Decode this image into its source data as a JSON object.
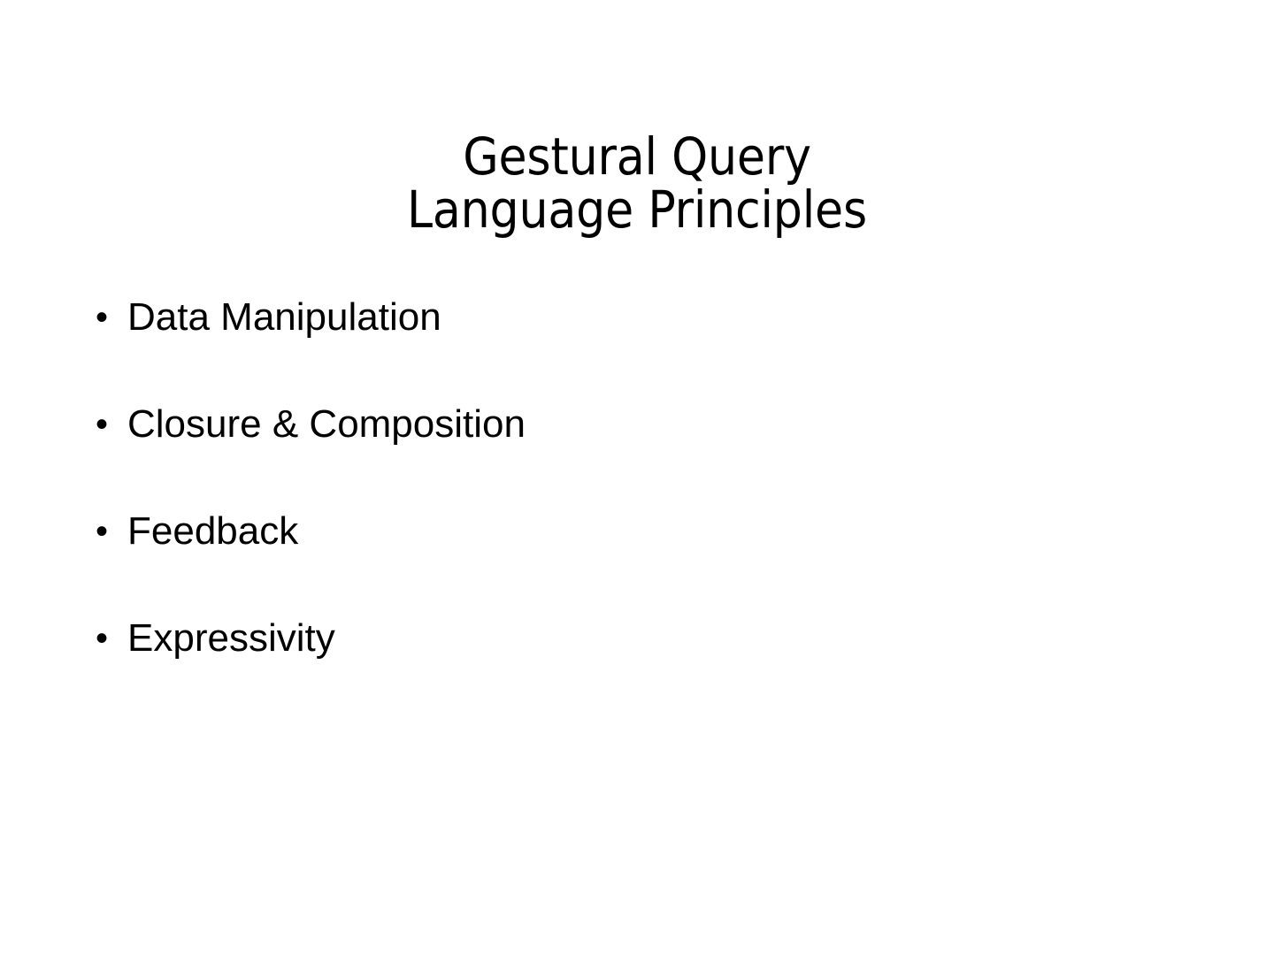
{
  "slide": {
    "background_color": "#ffffff",
    "text_color": "#000000",
    "title": "Gestural Query\nLanguage Principles",
    "title_lines": [
      "Gestural Query",
      "Language Principles"
    ],
    "bullet_marker": "•",
    "bullets": [
      {
        "label": "Data Manipulation"
      },
      {
        "label": "Closure & Composition"
      },
      {
        "label": "Feedback"
      },
      {
        "label": "Expressivity"
      }
    ]
  }
}
